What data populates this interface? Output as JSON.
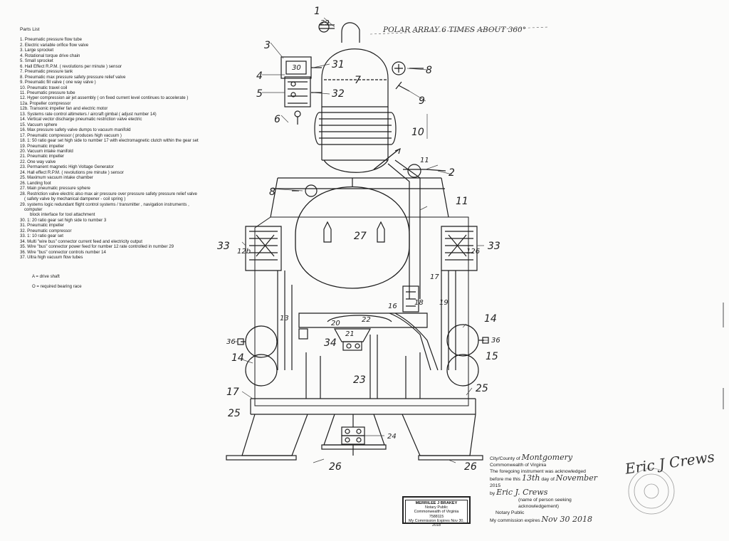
{
  "parts_list": {
    "title": "Parts List",
    "items": [
      "1. Pneumatic pressure flow tube",
      "2. Electric variable orifice flow valve",
      "3. Large sprocket",
      "4. Rotational torque drive chain",
      "5. Small sprocket",
      "6. Hall Effect R.P.M. ( revolutions per minute ) sensor",
      "7. Pneumatic pressure tank",
      "8. Pneumatic max pressure safety pressure relief valve",
      "9. Pneumatic fill valve ( one way valve )",
      "10. Pneumatic travel coil",
      "11. Pneumatic pressure tube",
      "12. Hyper compression air jet assembly ( on fixed current level continues to accelerate )",
      "12a. Propeller compressor",
      "12b. Transonic impeller fan and electric motor",
      "13. Systems rate control altimeters / aircraft gimbal ( adjust number 14)",
      "14. Vertical vector discharge pneumatic restriction valve electric",
      "15. Vacuum sphere",
      "16. Max pressure safety valve dumps to vacuum manifold",
      "17. Pneumatic compressor ( produces high vacuum )",
      "18. 1: 50 ratio gear set high side to number 17 with electromagnetic clutch within the gear set",
      "19. Pneumatic impeller",
      "20. Vacuum intake manifold",
      "21. Pneumatic impeller",
      "22. One way valve",
      "23. Permanent magnetic High Voltage Generator",
      "24. Hall effect R.P.M. ( revolutions pre minute ) sensor",
      "25. Maximum vacuum intake chamber",
      "26. Landing foot",
      "27. Main pneumatic pressure sphere",
      "28. Restriction valve electric also max air pressure over pressure safety pressure relief valve",
      "( safety valve by mechanical dampener - coil spring )",
      "29. systems logic redundant flight control systems / transmitter , navigation instruments ,",
      "computer",
      "block interface for tool attachment",
      "30. 1: 20 ratio gear set high side to number 3",
      "31. Pneumatic impeller",
      "32. Pneumatic compressor",
      "33. 1: 10 ratio gear set",
      "34. Multi \"wire bus\" connector current feed and electricity output",
      "35. Wire \"bus\" connector power feed for number 12 rate controlled in number 29",
      "36. Wire \"bus\" connector controls number 14",
      "37. Ultra high vacuum flow tubes"
    ]
  },
  "legend": {
    "drive_shaft": "A = drive shaft",
    "bearing": "O = required bearing race"
  },
  "drawing": {
    "note": "POLAR ARRAY 6 TIMES ABOUT 360°",
    "labels": {
      "l1": "1",
      "l29a": "29",
      "l3": "3",
      "l30": "30",
      "l31": "31",
      "l7": "7",
      "l8a": "8",
      "l4": "4",
      "l5": "5",
      "l32": "32",
      "l9": "9",
      "l6": "6",
      "l10": "10",
      "l11a": "11",
      "l2": "2",
      "l8b": "8",
      "l11b": "11",
      "l27": "27",
      "l33a": "33",
      "l12b": "12b",
      "l126": "126",
      "l33b": "33",
      "l17a": "17",
      "l18": "18",
      "l19": "19",
      "l13": "13",
      "l14a": "14",
      "l14b": "14",
      "l36a": "36",
      "l36b": "36",
      "l15": "15",
      "l17b": "17",
      "l25a": "25",
      "l25b": "25",
      "l23": "23",
      "l34": "34",
      "l21": "21",
      "l24": "24",
      "l26a": "26",
      "l26b": "26",
      "l20": "20",
      "l22": "22",
      "l16": "16"
    }
  },
  "notary": {
    "county_label": "City/County of",
    "county_value": "Montgomery",
    "commonwealth": "Commonwealth of Virginia",
    "ack_line1": "The foregoing instrument was acknowledged",
    "ack_line2": "before me this",
    "day": "13th",
    "day_of": "day of",
    "month": "November",
    "year": "2015",
    "by": "by",
    "person": "Eric J. Crews",
    "person_caption": "(name of person seeking acknowledgement)",
    "notary_caption": "Notary Public",
    "expires_label": "My commission expires",
    "expires_value": "Nov 30 2018"
  },
  "stamp": {
    "name": "MERRILEE J BRAKEY",
    "title": "Notary Public",
    "state": "Commonwealth of Virginia",
    "number": "7588115",
    "expires": "My Commission Expires Nov 30, 2018"
  },
  "signature": {
    "text": "Eric J Crews"
  }
}
